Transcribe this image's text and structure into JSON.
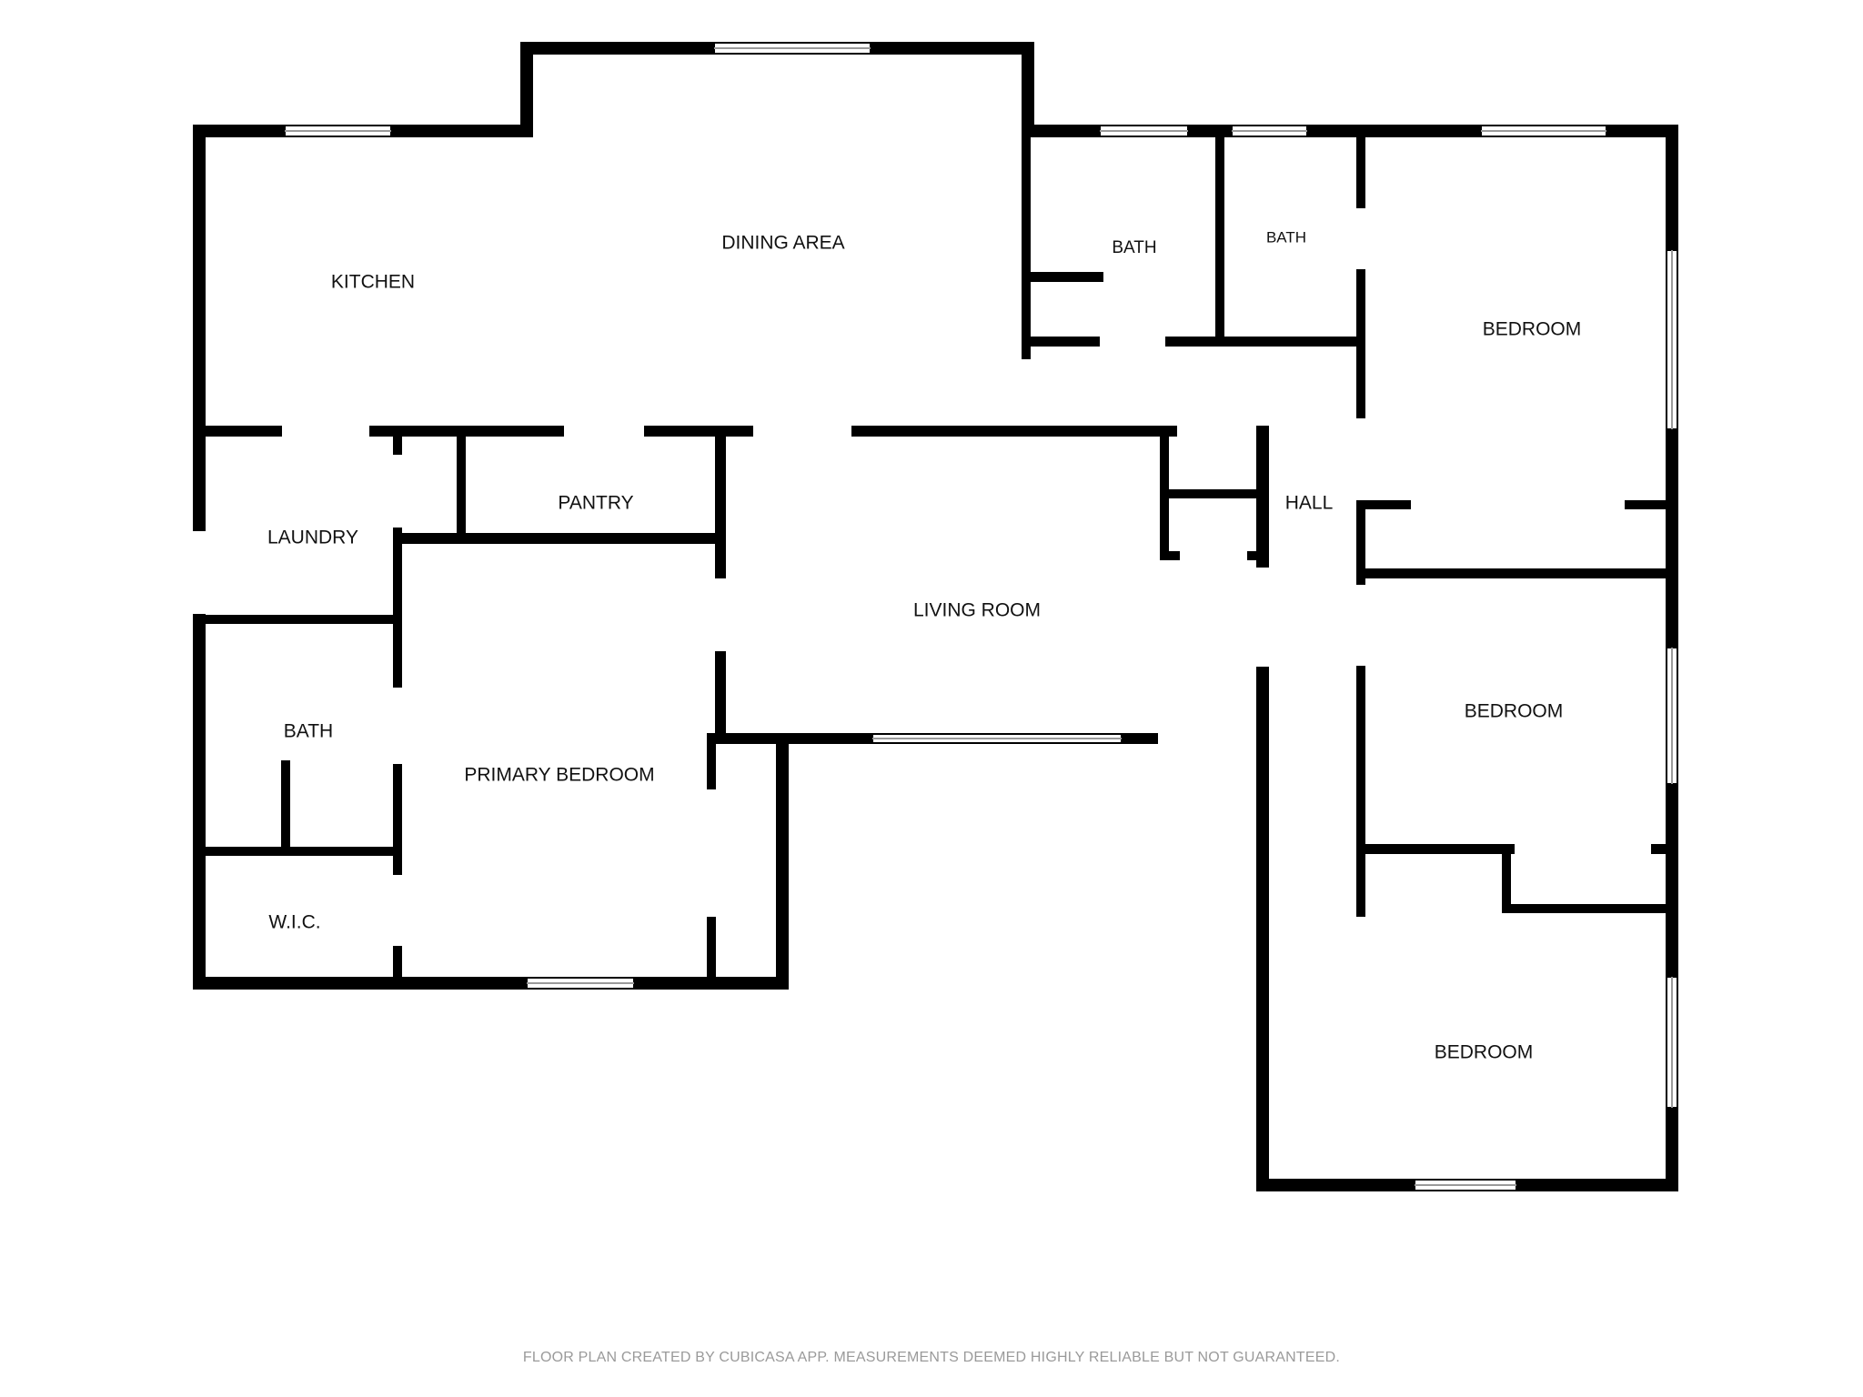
{
  "rooms": {
    "kitchen": "KITCHEN",
    "dining_area": "DINING AREA",
    "bath_top_1": "BATH",
    "bath_top_2": "BATH",
    "bedroom_ne": "BEDROOM",
    "pantry": "PANTRY",
    "laundry": "LAUNDRY",
    "hall": "HALL",
    "living_room": "LIVING ROOM",
    "bedroom_e": "BEDROOM",
    "bath_w": "BATH",
    "primary_bedroom": "PRIMARY BEDROOM",
    "wic": "W.I.C.",
    "bedroom_se": "BEDROOM"
  },
  "footer": {
    "disclaimer": "FLOOR PLAN CREATED BY CUBICASA APP. MEASUREMENTS DEEMED HIGHLY RELIABLE BUT NOT GUARANTEED."
  },
  "colors": {
    "wall": "#000000",
    "background": "#ffffff",
    "footer_text": "#9a9a9a"
  }
}
